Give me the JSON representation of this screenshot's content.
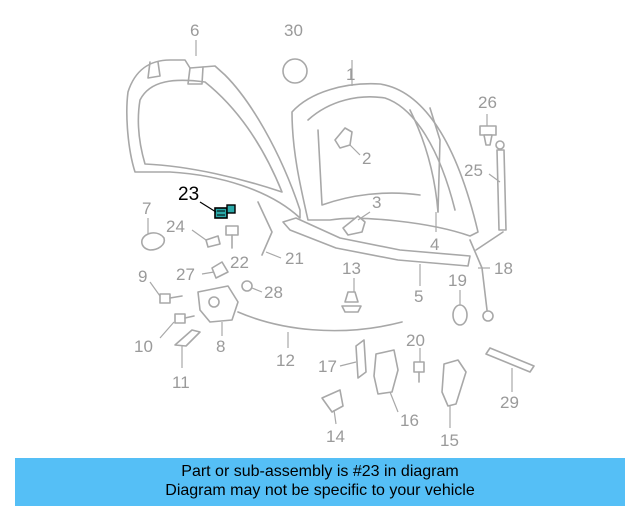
{
  "highlight_part": "23",
  "highlight_color": "#2aa9a9",
  "banner_color": "#55bff6",
  "callouts": [
    "6",
    "30",
    "1",
    "26",
    "2",
    "25",
    "3",
    "23",
    "7",
    "24",
    "22",
    "21",
    "4",
    "13",
    "18",
    "27",
    "9",
    "28",
    "5",
    "19",
    "10",
    "8",
    "12",
    "20",
    "17",
    "11",
    "16",
    "29",
    "15",
    "14"
  ],
  "banner": {
    "line1": "Part or sub-assembly is #23 in diagram",
    "line2": "Diagram may not be specific to your vehicle"
  }
}
